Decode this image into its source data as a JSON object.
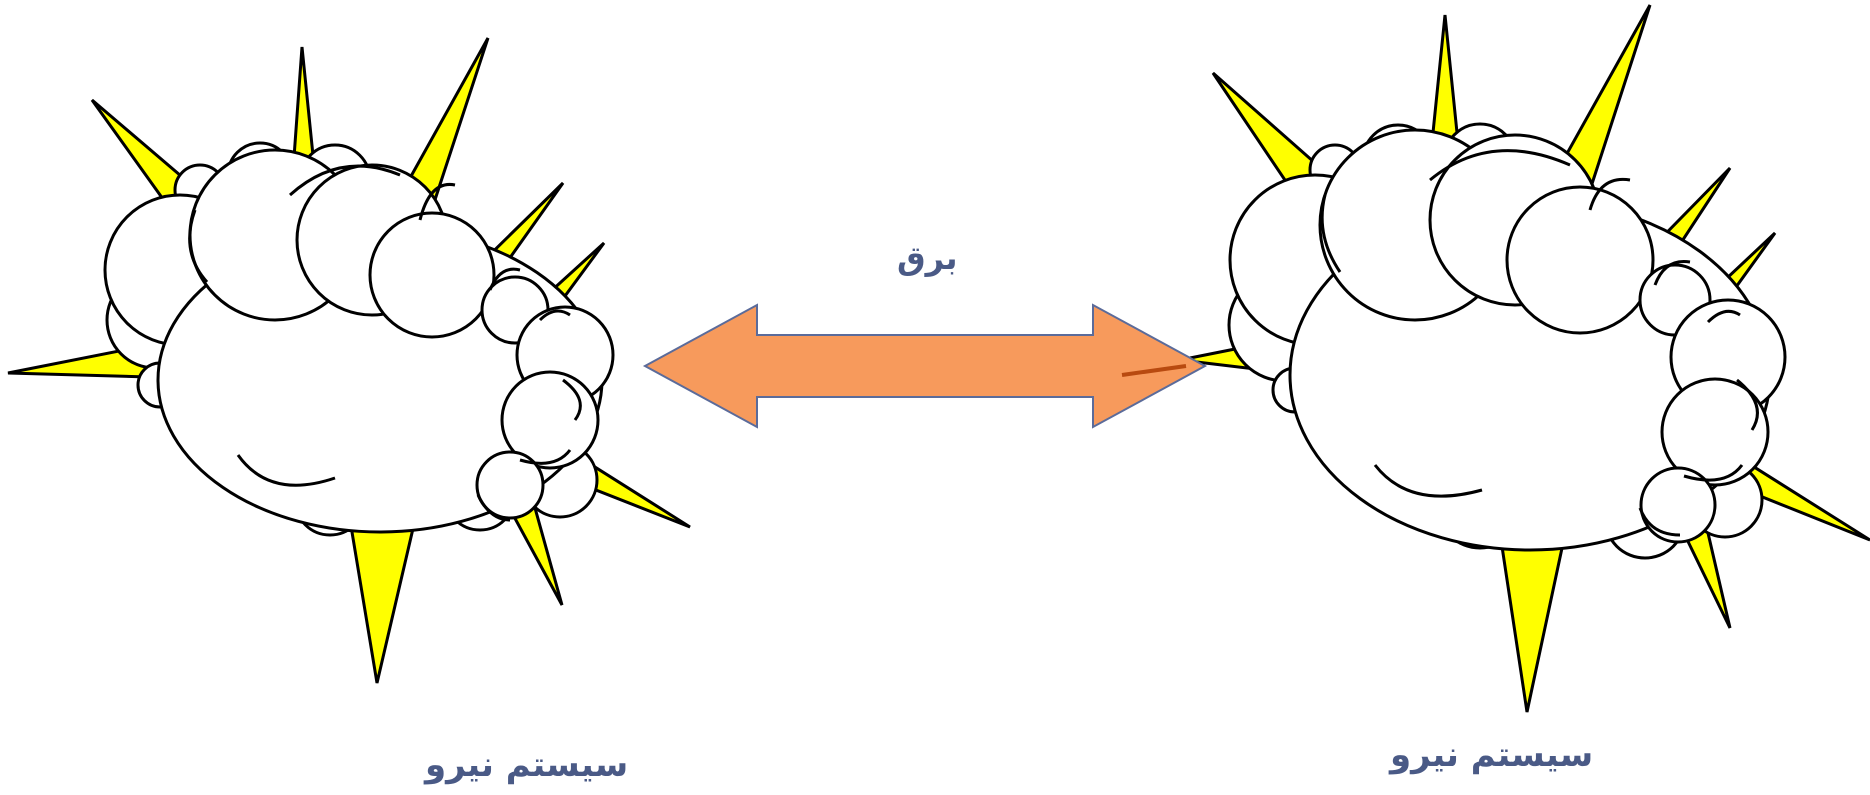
{
  "diagram": {
    "left_system_label": "سیستم نیرو",
    "right_system_label": "سیستم نیرو",
    "arrow_label": "برق"
  },
  "colors": {
    "spike_fill": "#ffff00",
    "cloud_fill": "#ffffff",
    "outline": "#000000",
    "arrow_fill": "#f79a5c",
    "arrow_stroke": "#5b6b9a",
    "label_text": "#4a5a86"
  },
  "icons": {
    "left_burst": "explosion-cloud-icon",
    "right_burst": "explosion-cloud-icon",
    "connector": "double-headed-arrow-icon"
  }
}
